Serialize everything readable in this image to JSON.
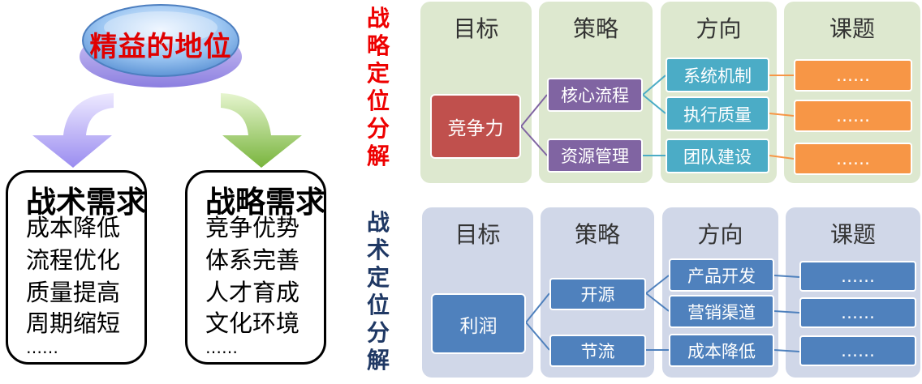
{
  "left": {
    "center_title": "精益的地位",
    "tactical": {
      "title": "战术需求",
      "items": [
        "成本降低",
        "流程优化",
        "质量提高",
        "周期缩短",
        "……"
      ]
    },
    "strategic": {
      "title": "战略需求",
      "items": [
        "竞争优势",
        "体系完善",
        "人才育成",
        "文化环境",
        "……"
      ]
    }
  },
  "strategic_section": {
    "title_chars": [
      "战",
      "略",
      "定",
      "位",
      "分",
      "解"
    ],
    "title_color": "#ee0000",
    "columns": [
      "目标",
      "策略",
      "方向",
      "课题"
    ],
    "panel_color": "#dde8cf",
    "goal": "竞争力",
    "goal_color": "#c0504d",
    "strategies": [
      "核心流程",
      "资源管理"
    ],
    "strategy_color": "#8064a2",
    "directions": [
      "系统机制",
      "执行质量",
      "团队建设"
    ],
    "direction_color": "#4bacc6",
    "topics": [
      "……",
      "……",
      "……"
    ],
    "topic_color": "#f79646"
  },
  "tactical_section": {
    "title_chars": [
      "战",
      "术",
      "定",
      "位",
      "分",
      "解"
    ],
    "title_color": "#1f3864",
    "columns": [
      "目标",
      "策略",
      "方向",
      "课题"
    ],
    "panel_color": "#d0d7e8",
    "goal": "利润",
    "goal_color": "#4f81bd",
    "strategies": [
      "开源",
      "节流"
    ],
    "strategy_color": "#4f81bd",
    "directions": [
      "产品开发",
      "营销渠道",
      "成本降低"
    ],
    "direction_color": "#4f81bd",
    "topics": [
      "……",
      "……",
      "……"
    ],
    "topic_color": "#4f81bd"
  }
}
